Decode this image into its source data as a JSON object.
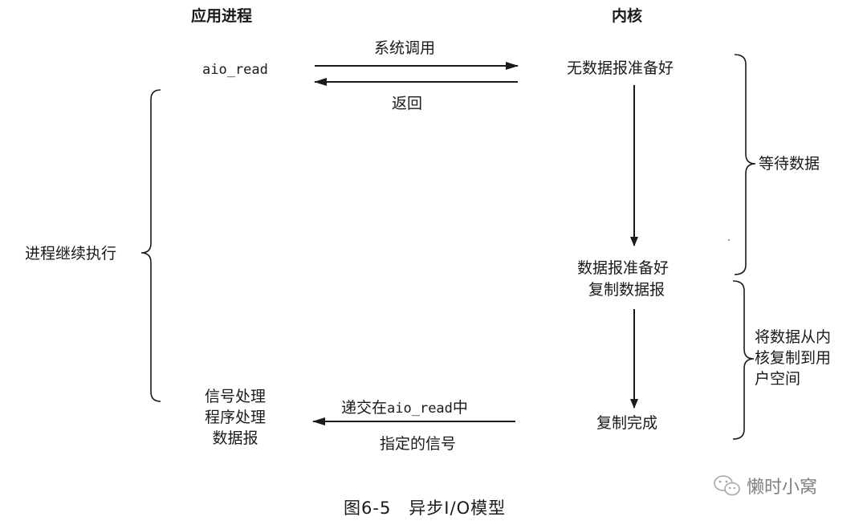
{
  "headings": {
    "app_process": "应用进程",
    "kernel": "内核"
  },
  "app": {
    "call": "aio_read",
    "continue": "进程继续执行",
    "handler_lines": [
      "信号处理",
      "程序处理",
      "数据报"
    ]
  },
  "arrows": {
    "syscall": "系统调用",
    "return": "返回",
    "deliver_line1_prefix": "递交在",
    "deliver_line1_code": "aio_read",
    "deliver_line1_suffix": "中",
    "deliver_line2": "指定的信号"
  },
  "kernel": {
    "no_data": "无数据报准备好",
    "ready": "数据报准备好",
    "copy": "复制数据报",
    "done": "复制完成"
  },
  "phases": {
    "wait": "等待数据",
    "copy_lines": [
      "将数据从内",
      "核复制到用",
      "户空间"
    ]
  },
  "caption": "图6-5　异步I/O模型",
  "watermark": {
    "text": "懒时小窝",
    "icon": "wechat-icon"
  }
}
